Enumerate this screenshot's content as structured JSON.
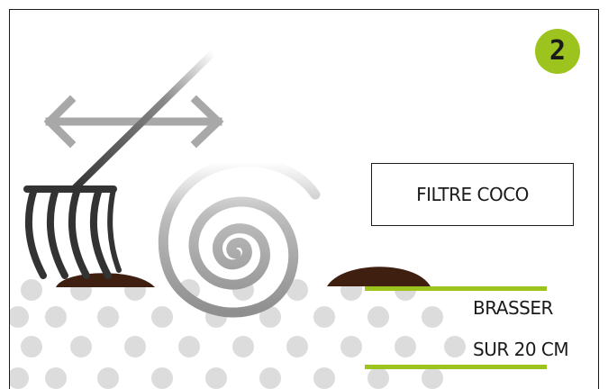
{
  "step": {
    "number": "2"
  },
  "filter_label": "FILTRE COCO",
  "instruction": {
    "line1": "BRASSER",
    "line2": "SUR 20 CM"
  },
  "colors": {
    "accent": "#9cc31e",
    "soil": "#3e1f10",
    "dots": "#dcdcdc",
    "arrows": "#a8a8a8",
    "rake": "#333333"
  },
  "icons": [
    "rake-icon",
    "double-arrow-icon",
    "spiral-stirring-icon",
    "soil-mound-icon"
  ]
}
